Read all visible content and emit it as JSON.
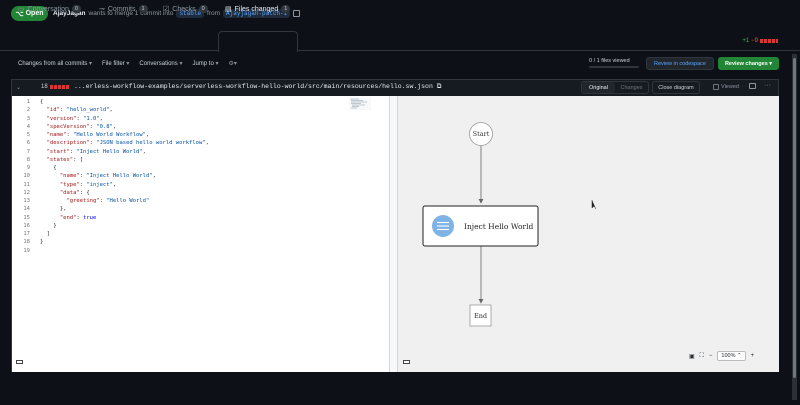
{
  "header": {
    "status": "Open",
    "user": "AjayJagan",
    "text_mid": "wants to merge 1 commit into",
    "base_branch": "stable",
    "text_from": "from",
    "head_branch": "Ajayjagan-patch-1"
  },
  "tabs": [
    {
      "label": "Conversation",
      "count": "0"
    },
    {
      "label": "Commits",
      "count": "1"
    },
    {
      "label": "Checks",
      "count": "0"
    },
    {
      "label": "Files changed",
      "count": "1"
    }
  ],
  "diffstat": {
    "add": "+1",
    "del": "−9"
  },
  "filters": {
    "changes": "Changes from all commits",
    "file_filter": "File filter",
    "conversations": "Conversations",
    "jump": "Jump to"
  },
  "files_viewed": "0 / 1 files viewed",
  "files_viewed_progress": 0,
  "buttons": {
    "codespace": "Review in codespace",
    "review": "Review changes"
  },
  "file": {
    "count": "18",
    "path": "...erless-workflow-examples/serverless-workflow-hello-world/src/main/resources/hello.sw.json",
    "view_original": "Original",
    "view_changes": "Changes",
    "close_diagram": "Close diagram",
    "viewed": "Viewed"
  },
  "code_lines": [
    "1",
    "2",
    "3",
    "4",
    "5",
    "6",
    "7",
    "8",
    "9",
    "10",
    "11",
    "12",
    "13",
    "14",
    "15",
    "16",
    "17",
    "18",
    "19"
  ],
  "diagram": {
    "start": "Start",
    "state": "Inject Hello World",
    "end": "End"
  },
  "zoom": "100%",
  "colors": {
    "accent_green": "#238636",
    "link_blue": "#58a6ff",
    "node_blue": "#7fb3e6"
  }
}
